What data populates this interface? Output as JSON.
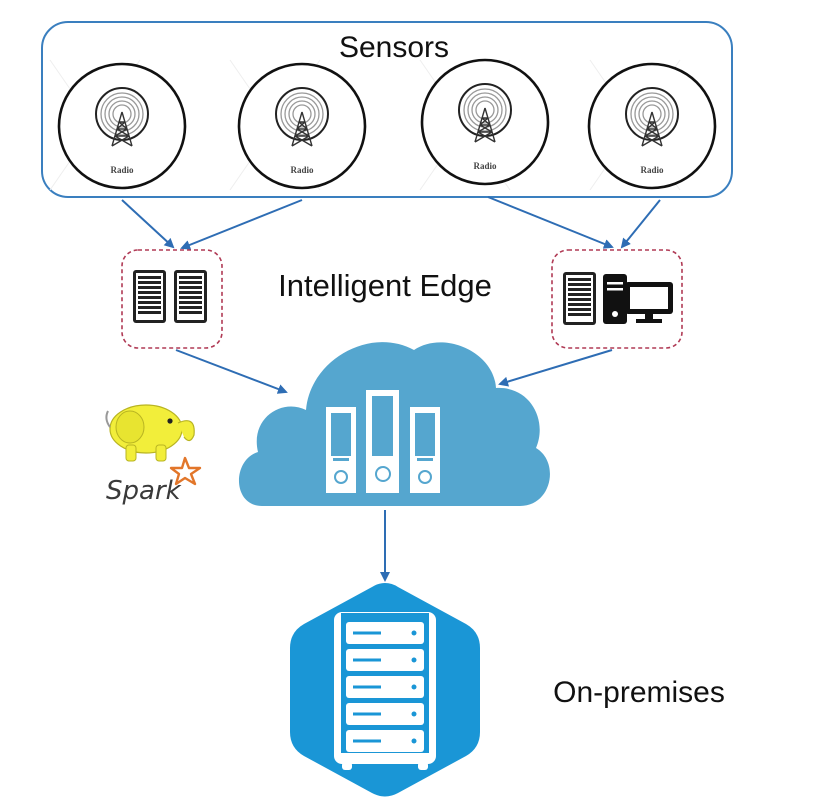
{
  "diagram": {
    "sensors": {
      "title": "Sensors",
      "items": [
        {
          "label": "Radio",
          "icon": "radio-tower-icon"
        },
        {
          "label": "Radio",
          "icon": "radio-tower-icon"
        },
        {
          "label": "Radio",
          "icon": "radio-tower-icon"
        },
        {
          "label": "Radio",
          "icon": "radio-tower-icon"
        }
      ]
    },
    "edge": {
      "title": "Intelligent Edge",
      "left_node": {
        "icons": [
          "server-rack-icon",
          "server-rack-icon"
        ]
      },
      "right_node": {
        "icons": [
          "server-rack-icon",
          "desktop-computer-icon"
        ]
      }
    },
    "cloud": {
      "icon": "cloud-storage-icon",
      "frameworks": [
        {
          "name": "Hadoop",
          "icon": "hadoop-elephant-icon"
        },
        {
          "name": "Spark",
          "icon": "spark-star-icon",
          "label": "Spark"
        }
      ]
    },
    "onprem": {
      "title": "On-premises",
      "icon": "server-rack-hexagon-icon"
    },
    "connections": [
      {
        "from": "sensor-1",
        "to": "edge-left"
      },
      {
        "from": "sensor-2",
        "to": "edge-left"
      },
      {
        "from": "sensor-3",
        "to": "edge-right"
      },
      {
        "from": "sensor-4",
        "to": "edge-right"
      },
      {
        "from": "edge-left",
        "to": "cloud"
      },
      {
        "from": "edge-right",
        "to": "cloud"
      },
      {
        "from": "cloud",
        "to": "onprem"
      }
    ],
    "colors": {
      "sensor_border": "#3a7fbf",
      "arrow": "#2e6db4",
      "edge_border": "#b03a55",
      "cloud_fill": "#55a6cf",
      "onprem_fill": "#1a96d6",
      "hadoop_yellow": "#f2ee3a",
      "spark_orange": "#e2762a"
    }
  }
}
